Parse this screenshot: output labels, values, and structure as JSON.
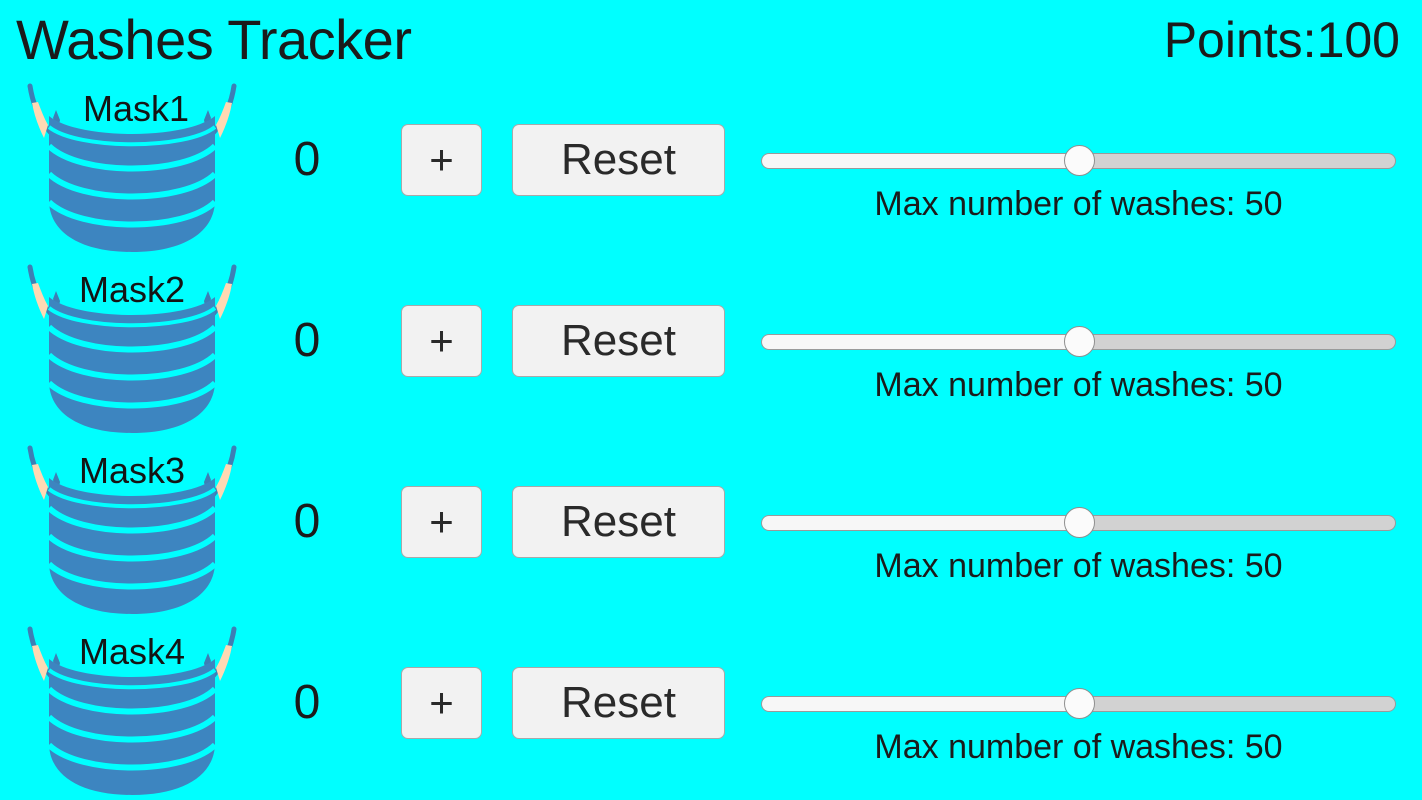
{
  "header": {
    "title": "Washes Tracker",
    "points_label": "Points:",
    "points_value": "100"
  },
  "colors": {
    "background": "#00ffff",
    "mask_body": "#3d85c0",
    "mask_pleat_line": "#00ffff",
    "mask_loop": "#3d7fb5",
    "ear_skin": "#ffd9b3",
    "button_face": "#f2f2f2",
    "button_border": "#a9a9a9",
    "slider_track": "#d2d2d2",
    "slider_fill": "#f7f7f7",
    "slider_thumb": "#fbfbfb",
    "text": "#1b1b1b"
  },
  "slider_caption_prefix": "Max number of washes: ",
  "rows": [
    {
      "mask_label": "Mask1",
      "mask_icon": "face-mask-icon",
      "count": "0",
      "add_label": "+",
      "reset_label": "Reset",
      "slider_value": 50,
      "slider_min": 0,
      "slider_max": 100,
      "slider_percent": 50,
      "caption": "Max number of washes: 50"
    },
    {
      "mask_label": "Mask2",
      "mask_icon": "face-mask-icon",
      "count": "0",
      "add_label": "+",
      "reset_label": "Reset",
      "slider_value": 50,
      "slider_min": 0,
      "slider_max": 100,
      "slider_percent": 50,
      "caption": "Max number of washes: 50"
    },
    {
      "mask_label": "Mask3",
      "mask_icon": "face-mask-icon",
      "count": "0",
      "add_label": "+",
      "reset_label": "Reset",
      "slider_value": 50,
      "slider_min": 0,
      "slider_max": 100,
      "slider_percent": 50,
      "caption": "Max number of washes: 50"
    },
    {
      "mask_label": "Mask4",
      "mask_icon": "face-mask-icon",
      "count": "0",
      "add_label": "+",
      "reset_label": "Reset",
      "slider_value": 50,
      "slider_min": 0,
      "slider_max": 100,
      "slider_percent": 50,
      "caption": "Max number of washes: 50"
    }
  ]
}
